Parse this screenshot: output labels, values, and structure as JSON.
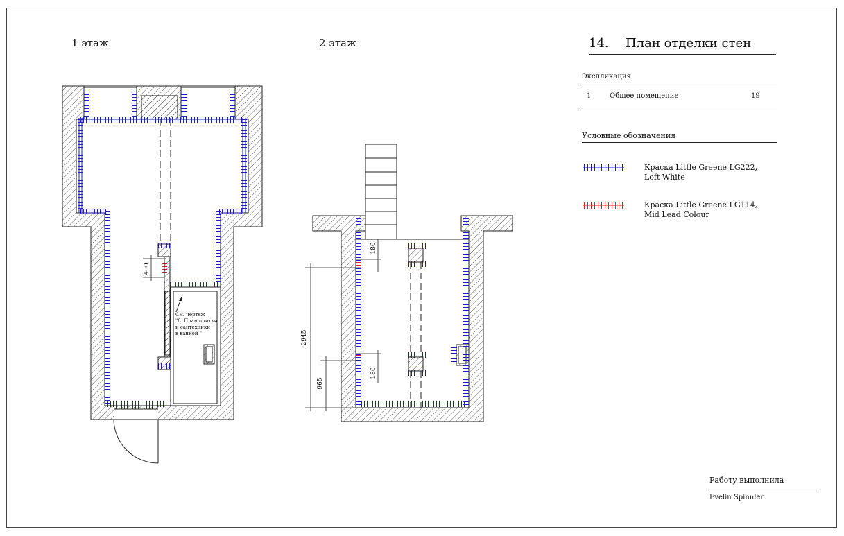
{
  "floors": {
    "floor1_label": "1 этаж",
    "floor2_label": "2 этаж"
  },
  "sheet": {
    "number": "14.",
    "title": "План отделки стен"
  },
  "explication": {
    "heading": "Экспликация",
    "rows": [
      {
        "index": "1",
        "name": "Общее помещение",
        "area": "19"
      }
    ]
  },
  "legend": {
    "heading": "Условные обозначения",
    "items": [
      {
        "line1": "Краска Little Greene LG222,",
        "line2": "Loft White",
        "color": "#1e1ec8"
      },
      {
        "line1": "Краска Little Greene LG114,",
        "line2": "Mid Lead Colour",
        "color": "#e02020"
      }
    ]
  },
  "dimensions": {
    "d400": "400",
    "d180_top": "180",
    "d2945": "2945",
    "d180_bottom": "180",
    "d965": "965"
  },
  "callout": {
    "line1": "См. чертеж",
    "line2": "\"8. План плитки",
    "line3": "и сантехники",
    "line4": "в ванной \""
  },
  "signature": {
    "heading": "Работу выполнила",
    "name": "Evelin Spinnler"
  },
  "colors": {
    "wall_paint_main": "#1e1ec8",
    "wall_paint_accent": "#e02020"
  }
}
